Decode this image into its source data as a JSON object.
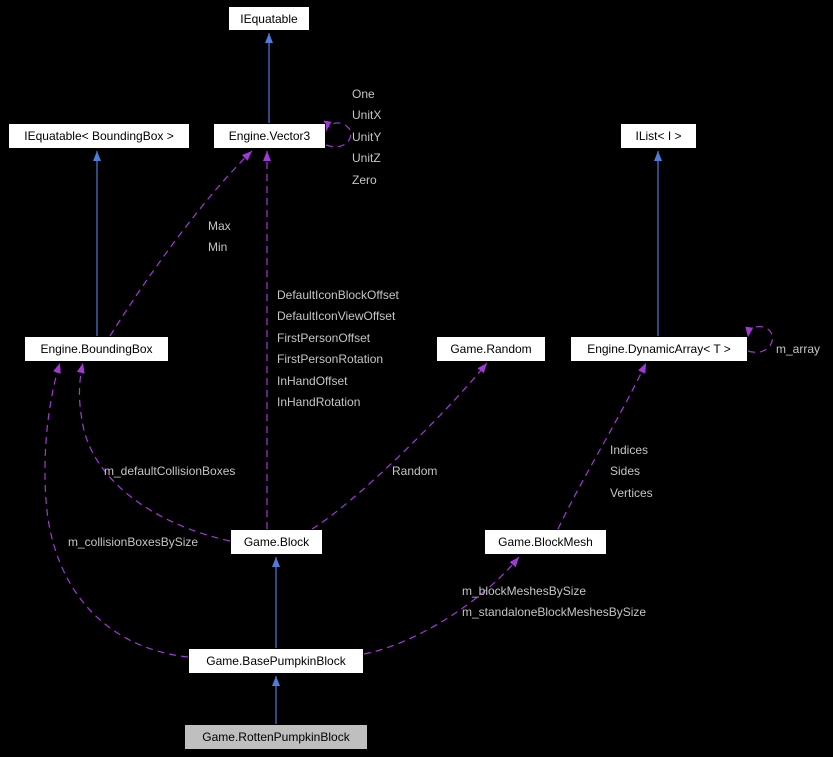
{
  "diagram": {
    "kind": "collaboration-graph",
    "colors": {
      "background": "#000000",
      "inheritance_arrow": "#4E7CD9",
      "usage_arrow": "#A437D8",
      "edge_label_text": "#C5C5C5",
      "node_fill": "#FFFFFF",
      "node_focus_fill": "#BFBFBF",
      "node_text": "#000000"
    },
    "nodes": [
      {
        "id": "iequatable",
        "label": "IEquatable"
      },
      {
        "id": "iequatable-boundingbox",
        "label": "IEquatable< BoundingBox >"
      },
      {
        "id": "engine-vector3",
        "label": "Engine.Vector3"
      },
      {
        "id": "ilist",
        "label": "IList< I >"
      },
      {
        "id": "engine-boundingbox",
        "label": "Engine.BoundingBox"
      },
      {
        "id": "game-random",
        "label": "Game.Random"
      },
      {
        "id": "engine-dynamicarray",
        "label": "Engine.DynamicArray< T >"
      },
      {
        "id": "game-block",
        "label": "Game.Block"
      },
      {
        "id": "game-blockmesh",
        "label": "Game.BlockMesh"
      },
      {
        "id": "game-basepumpkinblock",
        "label": "Game.BasePumpkinBlock"
      },
      {
        "id": "game-rottenpumpkinblock",
        "label": "Game.RottenPumpkinBlock"
      }
    ],
    "edge_labels": {
      "vector3_self": [
        "One",
        "UnitX",
        "UnitY",
        "UnitZ",
        "Zero"
      ],
      "boundingbox_to_vector3": [
        "Max",
        "Min"
      ],
      "block_to_vector3": [
        "DefaultIconBlockOffset",
        "DefaultIconViewOffset",
        "FirstPersonOffset",
        "FirstPersonRotation",
        "InHandOffset",
        "InHandRotation"
      ],
      "block_to_random": "Random",
      "block_to_boundingbox": "m_defaultCollisionBoxes",
      "basepumpkin_to_boundingbox": "m_collisionBoxesBySize",
      "blockmesh_to_dynamicarray": [
        "Indices",
        "Sides",
        "Vertices"
      ],
      "dynamicarray_self": "m_array",
      "basepumpkin_to_blockmesh": [
        "m_blockMeshesBySize",
        "m_standaloneBlockMeshesBySize"
      ]
    }
  }
}
